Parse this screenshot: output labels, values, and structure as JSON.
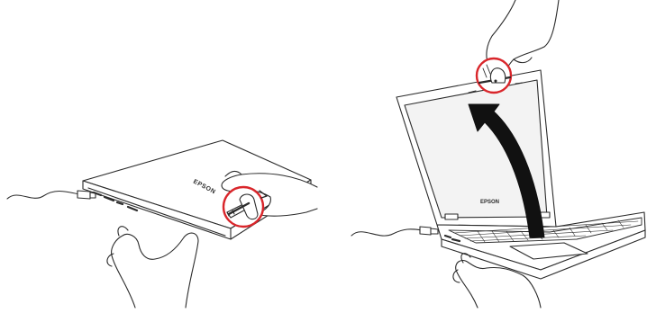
{
  "brand": {
    "closed_lid_logo": "EPSON",
    "open_lid_logo": "EPSON"
  },
  "colors": {
    "line": "#2b2b2b",
    "highlight_circle": "#d9262b",
    "arrow_fill": "#111111",
    "screen_fill": "#f3f3f3",
    "body_fill": "#ffffff"
  },
  "illustrations": {
    "left": {
      "name": "closed-laptop-illustration",
      "circle_icon": "finger-on-front-edge-icon"
    },
    "right": {
      "name": "open-laptop-illustration",
      "circle_icon": "finger-on-top-bezel-icon",
      "arrow_icon": "open-lid-arrow-icon"
    }
  }
}
